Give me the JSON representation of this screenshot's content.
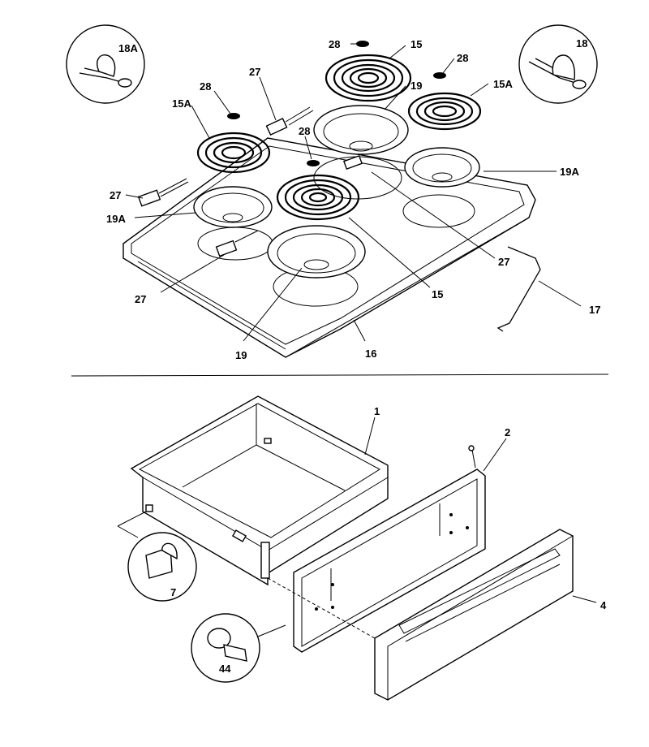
{
  "labels": {
    "l1": "1",
    "l2": "2",
    "l4": "4",
    "l7": "7",
    "l15a": "15",
    "l15b": "15",
    "l15A_left": "15A",
    "l15A_right": "15A",
    "l16": "16",
    "l17": "17",
    "l18": "18",
    "l18A": "18A",
    "l19a": "19",
    "l19b": "19",
    "l19A_left": "19A",
    "l19A_right": "19A",
    "l27a": "27",
    "l27b": "27",
    "l27c": "27",
    "l27d": "27",
    "l28a": "28",
    "l28b": "28",
    "l28c": "28",
    "l28d": "28",
    "l44": "44"
  }
}
